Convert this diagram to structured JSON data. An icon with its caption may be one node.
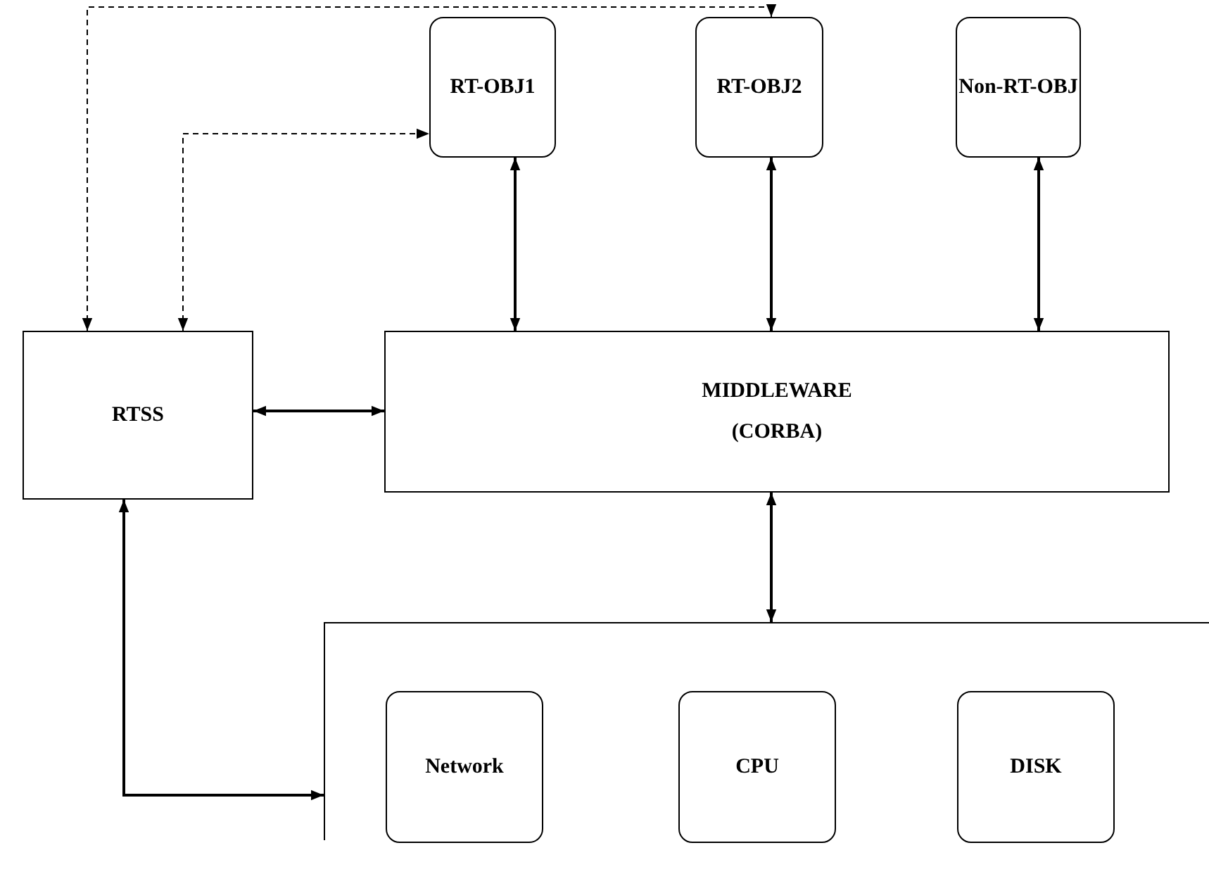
{
  "diagram": {
    "nodes": [
      {
        "text": [
          "RT-OBJ1"
        ]
      },
      {
        "text": [
          "RT-OBJ2"
        ]
      },
      {
        "text": [
          "Non-RT-OBJ"
        ]
      },
      {
        "text": [
          "RTSS"
        ]
      },
      {
        "text": [
          "MIDDLEWARE (CORBA)"
        ]
      },
      {
        "text": [],
        "shape": "box"
      },
      {
        "text": [
          "Network"
        ],
        "in": 5
      },
      {
        "text": [
          "CPU"
        ],
        "in": 5
      },
      {
        "text": [
          "DISK"
        ],
        "in": 5
      }
    ],
    "edges": [
      {
        "from": 3,
        "to": 1,
        "arrow": "both",
        "style": "dashed"
      },
      {
        "from": 3,
        "to": 0,
        "arrow": "both",
        "style": "dashed"
      },
      {
        "from": 0,
        "to": 4,
        "arrow": "both"
      },
      {
        "from": 1,
        "to": 4,
        "arrow": "both"
      },
      {
        "from": 2,
        "to": 4,
        "arrow": "both"
      },
      {
        "from": 3,
        "to": 4,
        "arrow": "both"
      },
      {
        "from": 4,
        "to": 5,
        "arrow": "both"
      },
      {
        "from": 3,
        "to": 5,
        "arrow": "both"
      }
    ]
  }
}
